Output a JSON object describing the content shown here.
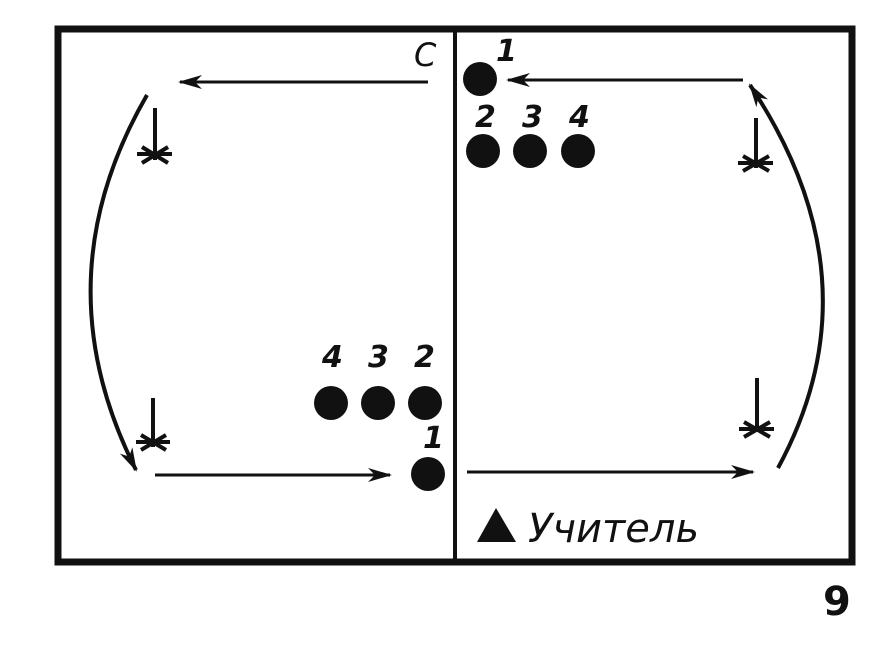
{
  "diagram": {
    "center_label": "C",
    "figure_number": "9",
    "teacher_label": "Учитель",
    "colors": {
      "ink": "#111111",
      "background": "#ffffff"
    },
    "top_right_group": {
      "first": "1",
      "row": [
        "2",
        "3",
        "4"
      ]
    },
    "bottom_left_group": {
      "row": [
        "4",
        "3",
        "2"
      ],
      "first": "1"
    },
    "icons": [
      "flag-marker-icon",
      "player-dot-icon",
      "teacher-triangle-icon",
      "arrow-icon"
    ]
  }
}
